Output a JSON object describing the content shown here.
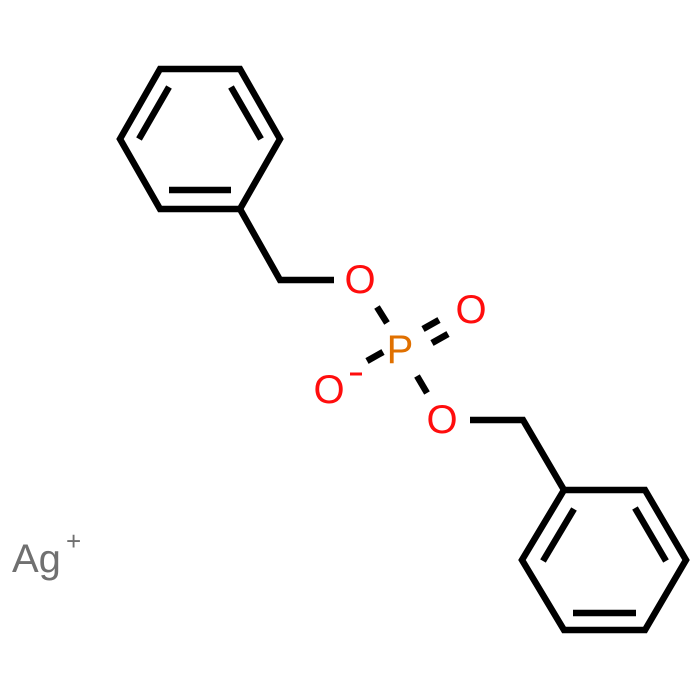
{
  "molecule": {
    "atoms": {
      "o_ester_top": "O",
      "p": "P",
      "o_double": "O",
      "o_anion": "O",
      "o_anion_charge": "-",
      "o_ester_bottom": "O",
      "silver": "Ag",
      "silver_charge": "+"
    },
    "colors": {
      "oxygen": "#ff0d0d",
      "phosphorus": "#e07000",
      "silver": "#707070",
      "bond": "#000000"
    }
  }
}
